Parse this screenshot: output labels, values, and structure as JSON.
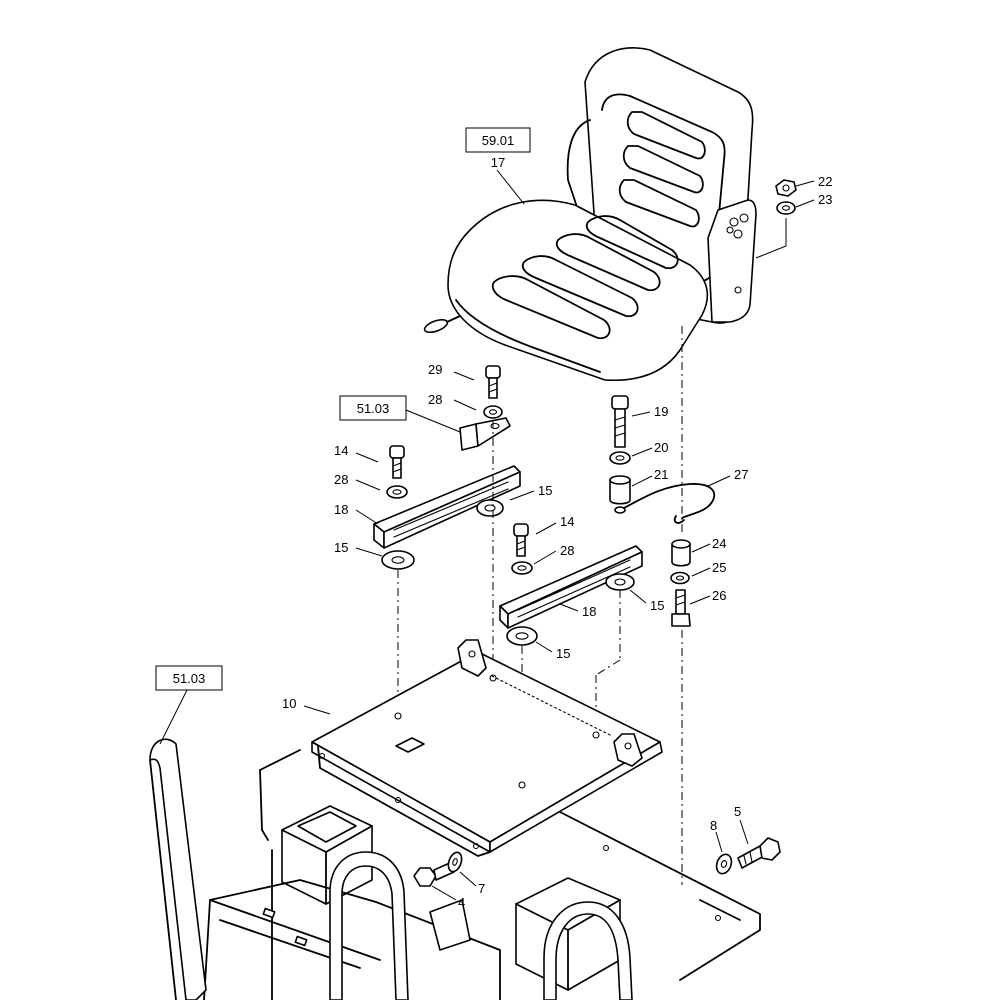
{
  "references": {
    "seat_ref": "59.01",
    "bracket_ref": "51.03",
    "rollbar_ref": "51.03"
  },
  "callouts": {
    "c17": "17",
    "c22": "22",
    "c23": "23",
    "c29": "29",
    "c28a": "28",
    "c19": "19",
    "c20": "20",
    "c21": "21",
    "c27": "27",
    "c14a": "14",
    "c28b": "28",
    "c15a": "15",
    "c18a": "18",
    "c15b": "15",
    "c14b": "14",
    "c28c": "28",
    "c24": "24",
    "c25": "25",
    "c26": "26",
    "c15c": "15",
    "c18b": "18",
    "c15d": "15",
    "c10": "10",
    "c8": "8",
    "c5": "5",
    "c7": "7",
    "c4": "4"
  }
}
